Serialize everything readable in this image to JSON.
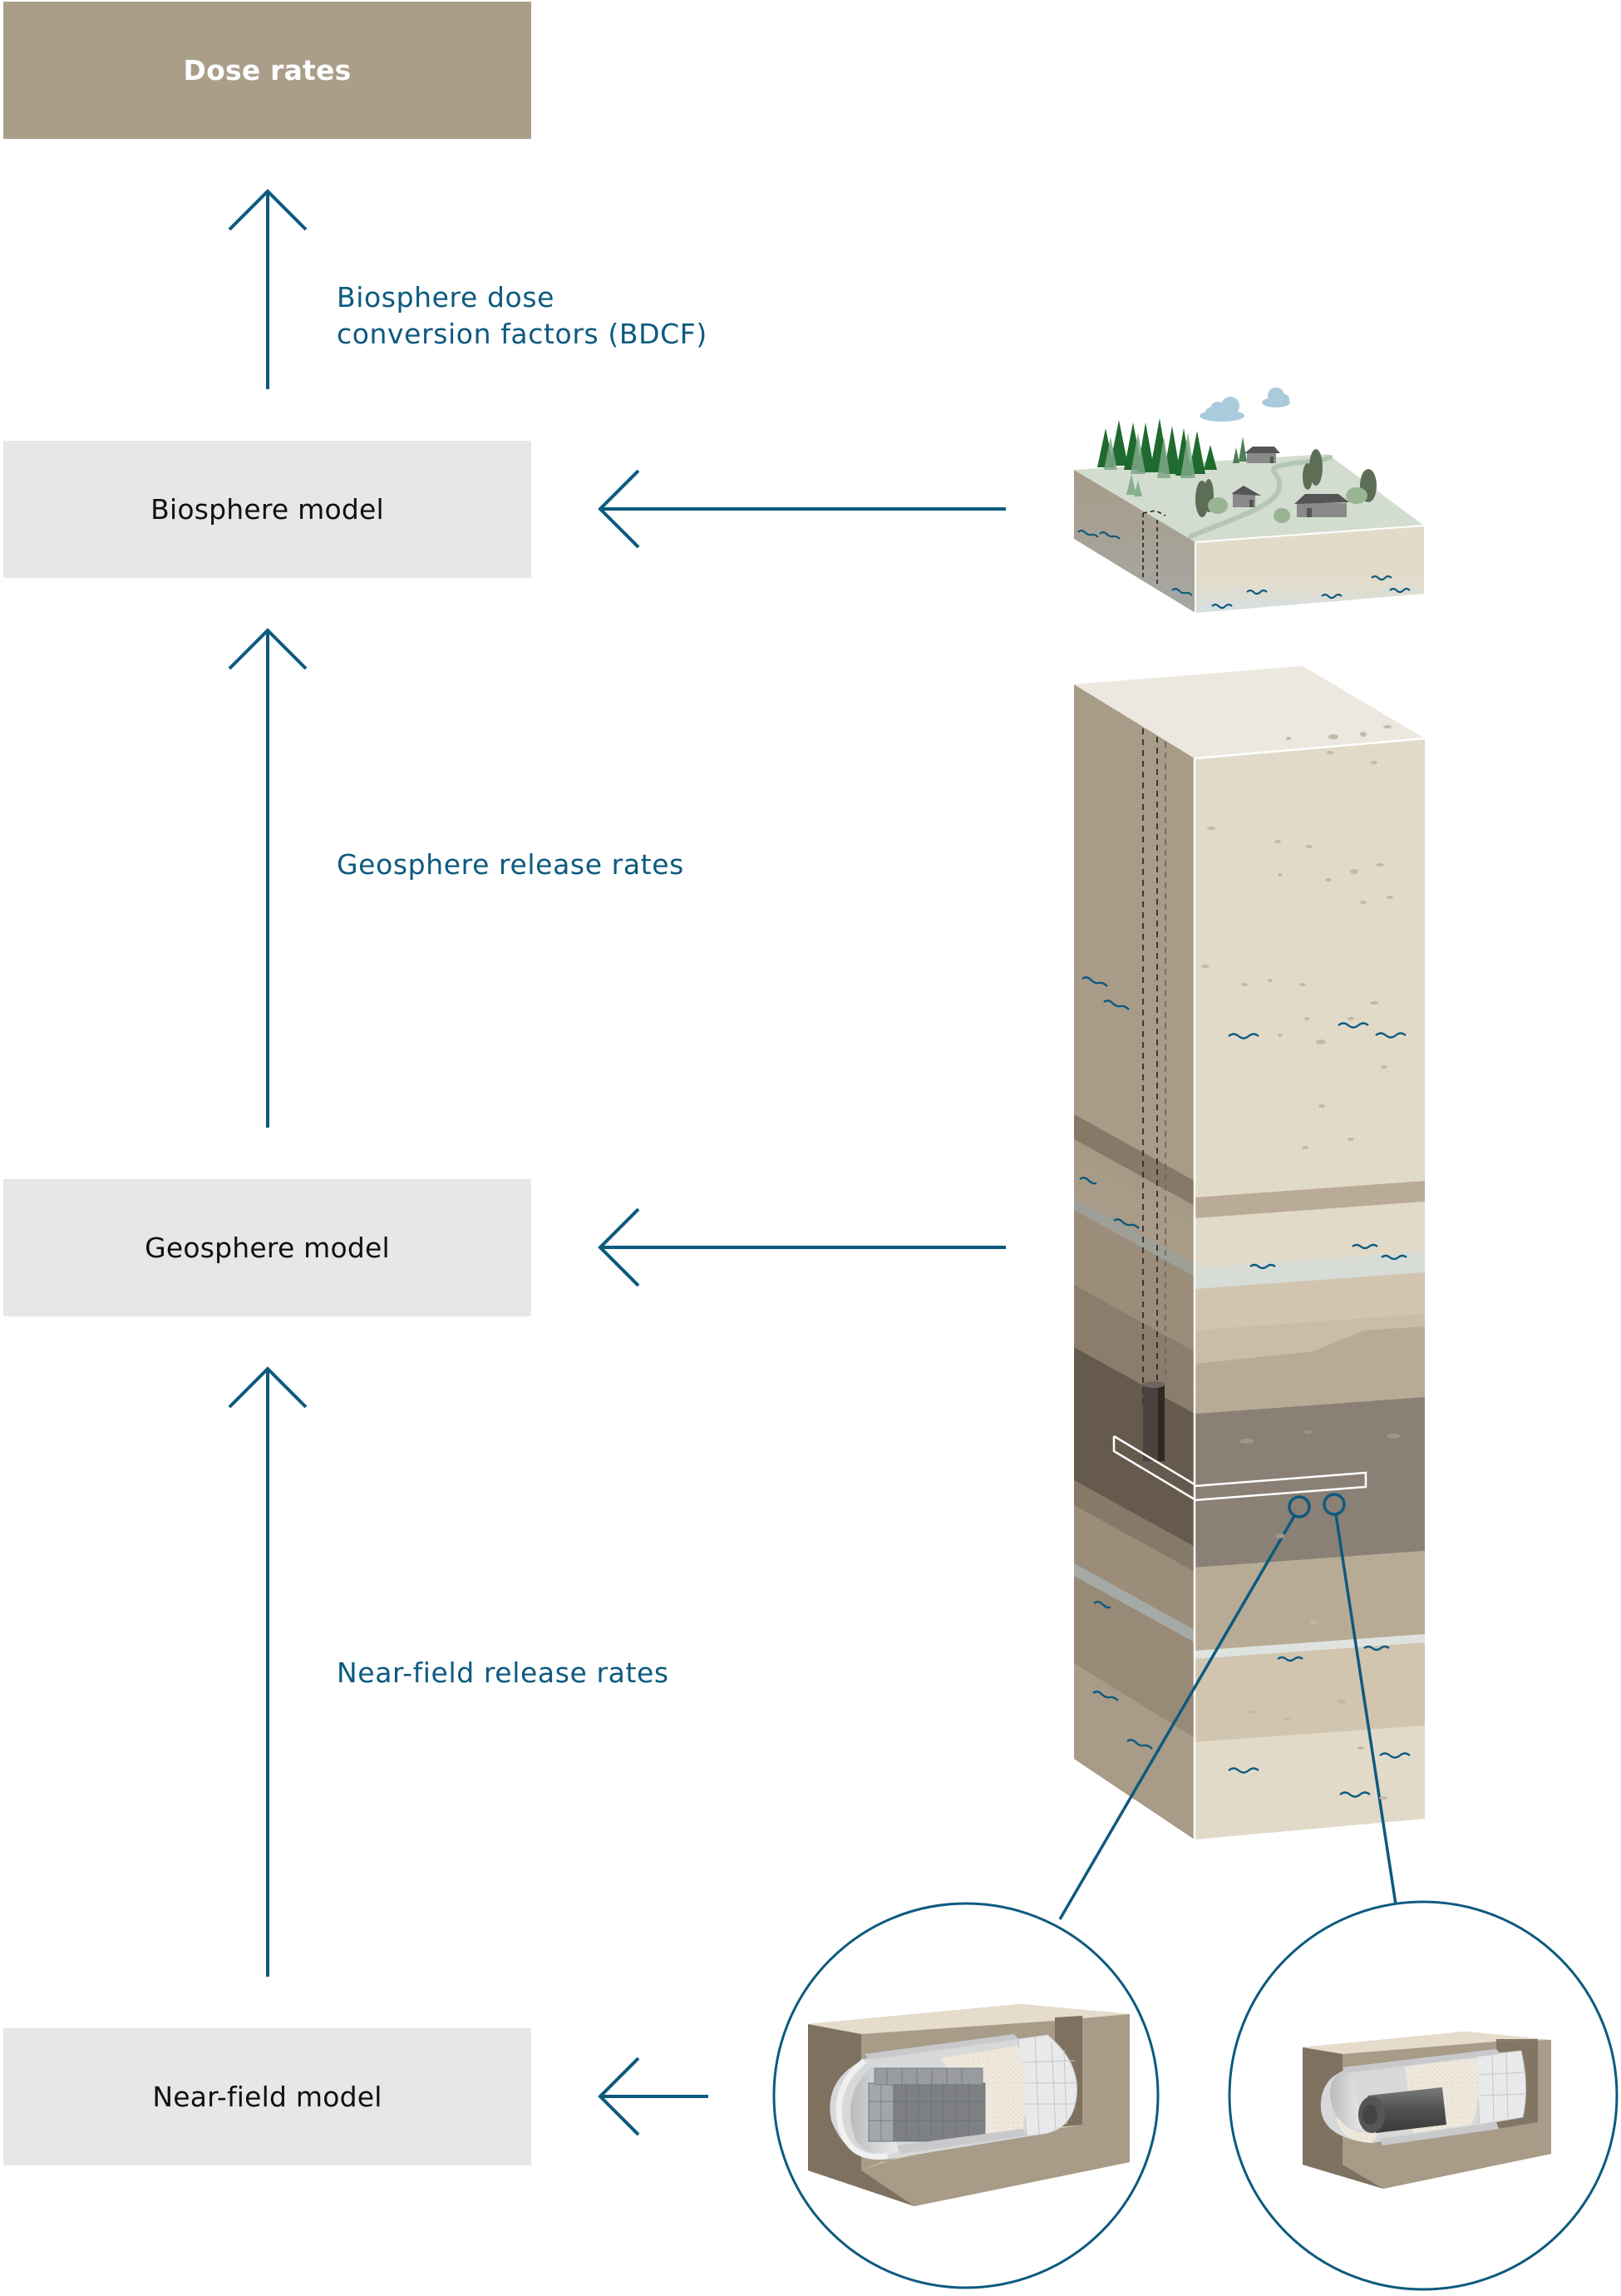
{
  "diagram": {
    "title": "Dose calculation model chain",
    "boxes": {
      "dose_rates": "Dose rates",
      "biosphere_model": "Biosphere model",
      "geosphere_model": "Geosphere model",
      "near_field_model": "Near-field model"
    },
    "flow_labels": {
      "bdcf_line1": "Biosphere dose",
      "bdcf_line2": "conversion factors (BDCF)",
      "geosphere_release": "Geosphere release rates",
      "near_field_release": "Near-field release rates"
    },
    "illustrations": {
      "biosphere": "surface-landscape-block",
      "geosphere": "geological-column",
      "near_field_left": "repository-tunnel-with-waste-blocks",
      "near_field_right": "repository-tunnel-with-canister"
    },
    "colors": {
      "accent": "#0d5a7f",
      "result_box": "#ab9e88",
      "model_box": "#e6e7e6"
    }
  }
}
